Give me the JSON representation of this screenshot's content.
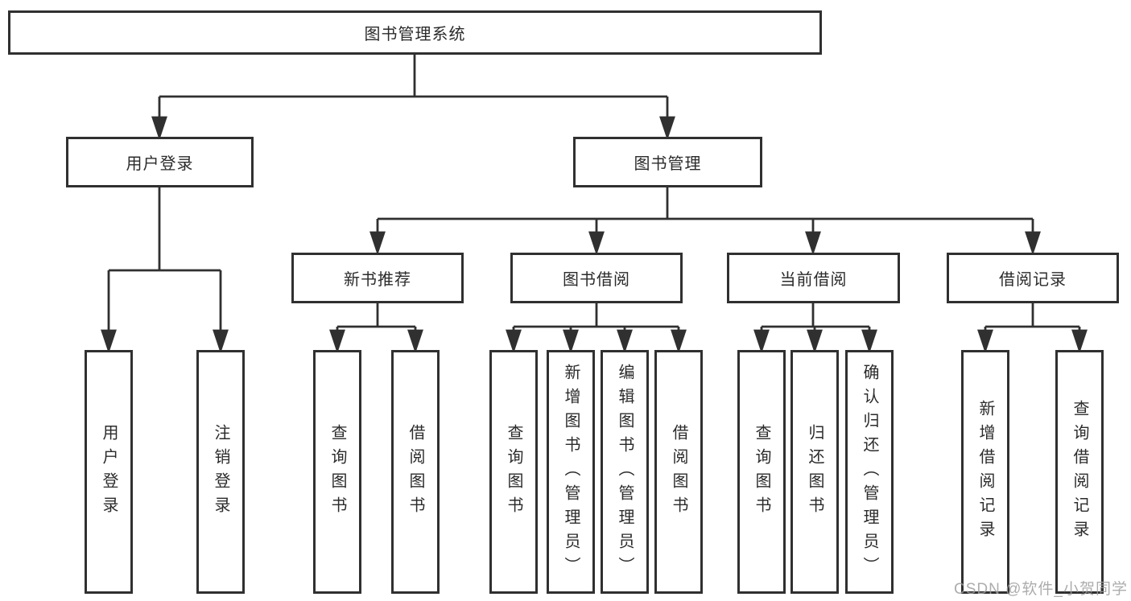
{
  "diagram": {
    "title": "图书管理系统",
    "branches": [
      {
        "label": "用户登录",
        "children": [
          "用户登录",
          "注销登录"
        ]
      },
      {
        "label": "图书管理",
        "children": [
          {
            "label": "新书推荐",
            "children": [
              "查询图书",
              "借阅图书"
            ]
          },
          {
            "label": "图书借阅",
            "children": [
              "查询图书",
              "新增图书（管理员）",
              "编辑图书（管理员）",
              "借阅图书"
            ]
          },
          {
            "label": "当前借阅",
            "children": [
              "查询图书",
              "归还图书",
              "确认归还（管理员）"
            ]
          },
          {
            "label": "借阅记录",
            "children": [
              "新增借阅记录",
              "查询借阅记录"
            ]
          }
        ]
      }
    ]
  },
  "watermark": "CSDN @软件_小贺同学",
  "colors": {
    "line": "#303030",
    "text": "#2b2b2b",
    "watermark": "#9e9e9e",
    "background": "#ffffff"
  }
}
